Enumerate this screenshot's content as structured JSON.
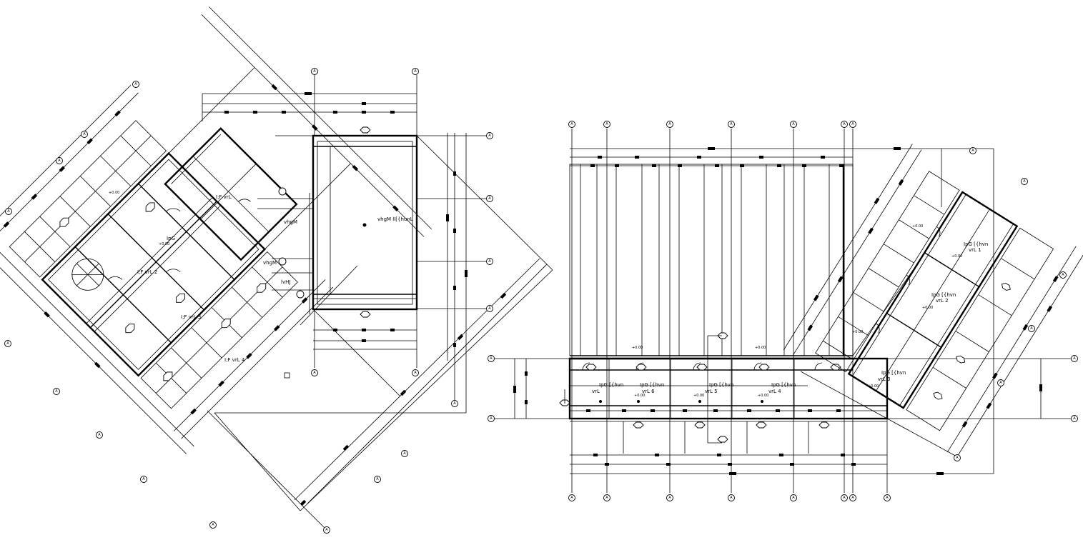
{
  "drawing": {
    "grid_bubble_label": "A",
    "level_tag": "+0.00",
    "left_plan": {
      "rooms": [
        {
          "id": "r1",
          "label": "I;F  vrL"
        },
        {
          "id": "r2",
          "label": "I;F  vrL  2"
        },
        {
          "id": "r3",
          "label": "I;F  vrL  3"
        },
        {
          "id": "r4",
          "label": "I;F  vrL  4"
        },
        {
          "id": "hall",
          "label": "vhgM  lI[{hunL"
        },
        {
          "id": "small1",
          "label": "vhgM"
        },
        {
          "id": "small2",
          "label": "IpG"
        },
        {
          "id": "small3",
          "label": "lvHJ"
        },
        {
          "id": "small4",
          "label": "vhgM"
        }
      ]
    },
    "right_plan": {
      "rooms": [
        {
          "id": "b1",
          "label": "IpG  [{hvn"
        },
        {
          "id": "b1s",
          "label": "vrL"
        },
        {
          "id": "b6",
          "label": "vrL  6"
        },
        {
          "id": "b6t",
          "label": "IpG  [{hvn"
        },
        {
          "id": "b5",
          "label": "vrL  5"
        },
        {
          "id": "b5t",
          "label": "IpG  [{hvn"
        },
        {
          "id": "b4",
          "label": "vrL  4"
        },
        {
          "id": "b4t",
          "label": "IpG  [{hvn"
        },
        {
          "id": "w1",
          "label": "IpG  [{hvn"
        },
        {
          "id": "w1s",
          "label": "vrL  1"
        },
        {
          "id": "w2",
          "label": "IpG  [{hvn"
        },
        {
          "id": "w2s",
          "label": "vrL  2"
        },
        {
          "id": "w3",
          "label": "IpG  [{hvn"
        },
        {
          "id": "w3s",
          "label": "vrL  3"
        }
      ]
    }
  }
}
